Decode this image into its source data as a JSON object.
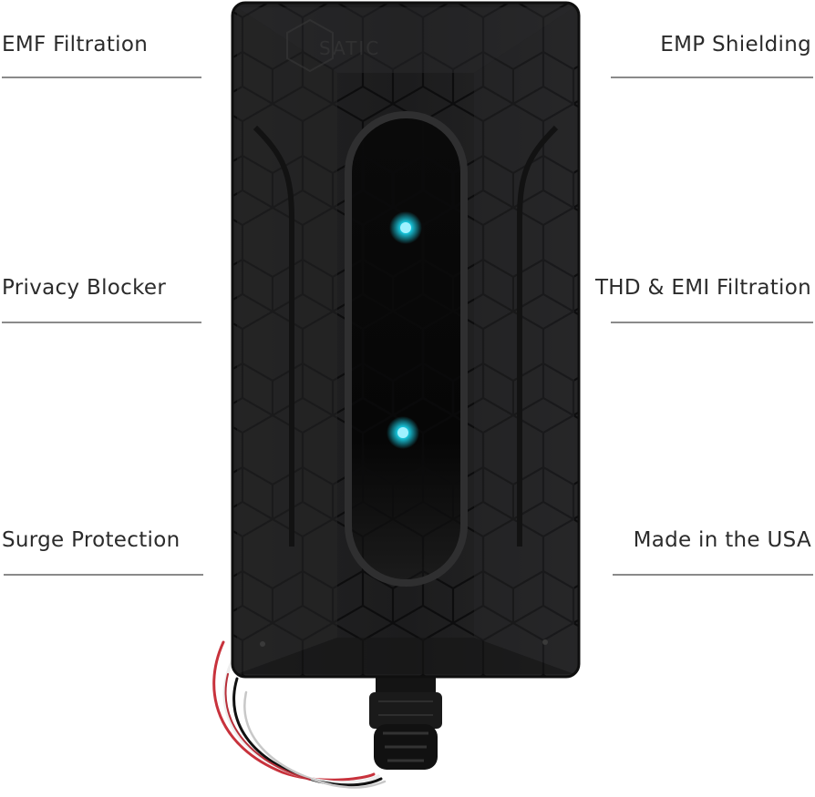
{
  "features": {
    "left": [
      "EMF Filtration",
      "Privacy Blocker",
      "Surge Protection"
    ],
    "right": [
      "EMP Shielding",
      "THD & EMI Filtration",
      "Made in the USA"
    ]
  },
  "product": {
    "brand_logo": "SATIC",
    "indicator_color": "#18c6dc",
    "body_color": "#1b1b1c",
    "wire_colors": [
      "#c8323c",
      "#ffffff",
      "#111111",
      "#d8d8d8"
    ]
  }
}
